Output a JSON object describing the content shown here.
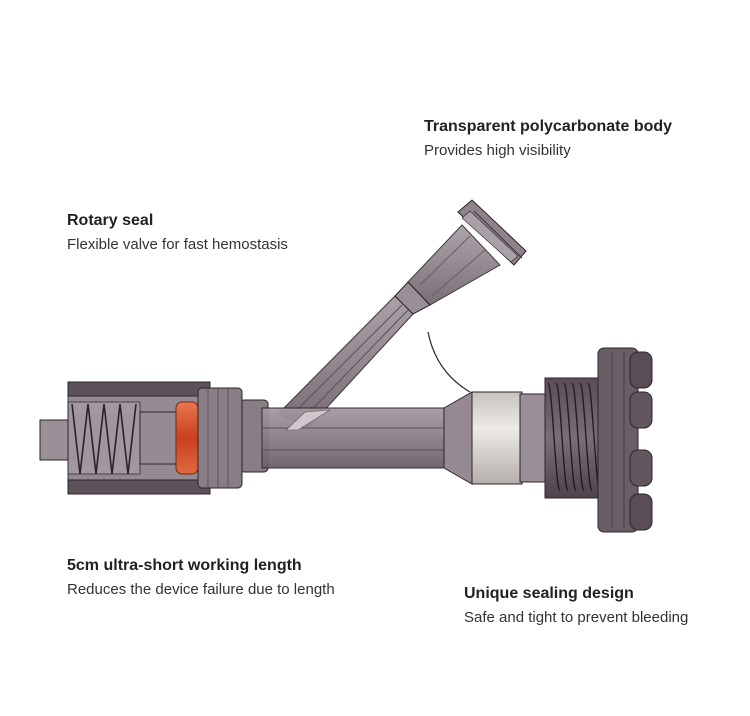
{
  "callouts": {
    "body": {
      "title": "Transparent polycarbonate body",
      "desc": "Provides high visibility"
    },
    "rotary": {
      "title": "Rotary seal",
      "desc": "Flexible valve for fast hemostasis"
    },
    "length": {
      "title": "5cm ultra-short working length",
      "desc": "Reduces the device failure due to length"
    },
    "seal": {
      "title": "Unique sealing design",
      "desc": "Safe and tight to prevent bleeding"
    }
  },
  "colors": {
    "body": "#8c8189",
    "body_dark": "#4a3f47",
    "outline": "#2c2429",
    "oring": "#d9502b",
    "band": "#d8d4d0"
  }
}
